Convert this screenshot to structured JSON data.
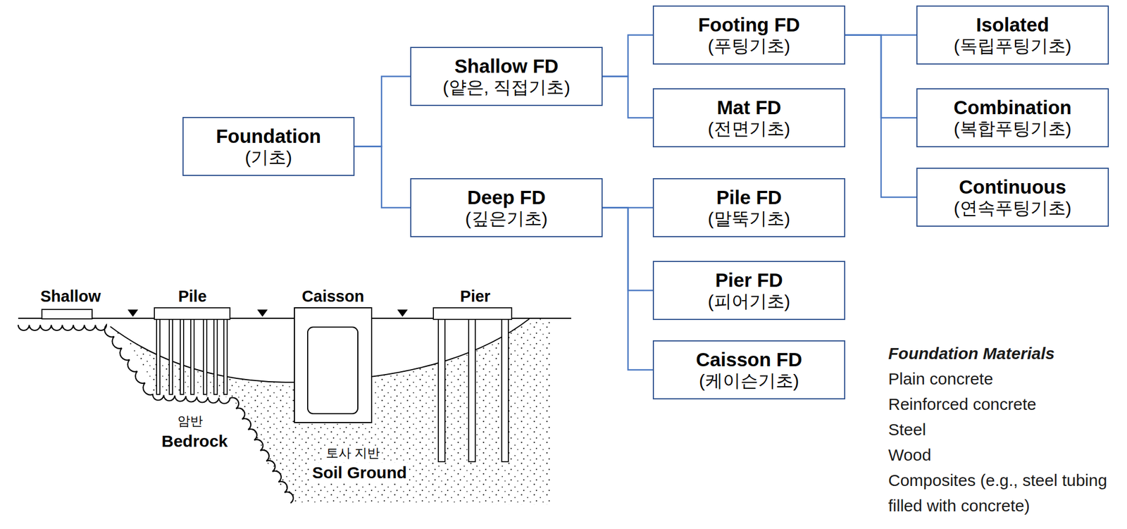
{
  "diagram": {
    "nodes": [
      {
        "text": [
          "Foundation",
          "(기초)"
        ]
      },
      {
        "text": [
          "Shallow FD",
          "(얕은, 직접기초)"
        ]
      },
      {
        "text": [
          "Deep FD",
          "(깊은기초)"
        ]
      },
      {
        "text": [
          "Footing FD",
          "(푸팅기초)"
        ]
      },
      {
        "text": [
          "Mat FD",
          "(전면기초)"
        ]
      },
      {
        "text": [
          "Pile FD",
          "(말뚝기초)"
        ]
      },
      {
        "text": [
          "Pier FD",
          "(피어기초)"
        ]
      },
      {
        "text": [
          "Caisson FD",
          "(케이슨기초)"
        ]
      },
      {
        "text": [
          "Isolated",
          "(독립푸팅기초)"
        ]
      },
      {
        "text": [
          "Combination",
          "(복합푸팅기초)"
        ]
      },
      {
        "text": [
          "Continuous",
          "(연속푸팅기초)"
        ]
      }
    ],
    "edges": [
      {
        "from": 0,
        "to": 1,
        "arrow": "none"
      },
      {
        "from": 0,
        "to": 2,
        "arrow": "none"
      },
      {
        "from": 1,
        "to": 3,
        "arrow": "none"
      },
      {
        "from": 1,
        "to": 4,
        "arrow": "none"
      },
      {
        "from": 2,
        "to": 5,
        "arrow": "none"
      },
      {
        "from": 2,
        "to": 6,
        "arrow": "none"
      },
      {
        "from": 2,
        "to": 7,
        "arrow": "none"
      },
      {
        "from": 3,
        "to": 8,
        "arrow": "none"
      },
      {
        "from": 3,
        "to": 9,
        "arrow": "none"
      },
      {
        "from": 3,
        "to": 10,
        "arrow": "none"
      }
    ],
    "labels": [
      "Shallow",
      "Pile",
      "Caisson",
      "Pier",
      "암반",
      "Bedrock",
      "토사 지반",
      "Soil Ground",
      "Foundation Materials",
      "Plain concrete",
      "Reinforced concrete",
      "Steel",
      "Wood",
      "Composites (e.g., steel tubing filled with concrete)"
    ]
  }
}
